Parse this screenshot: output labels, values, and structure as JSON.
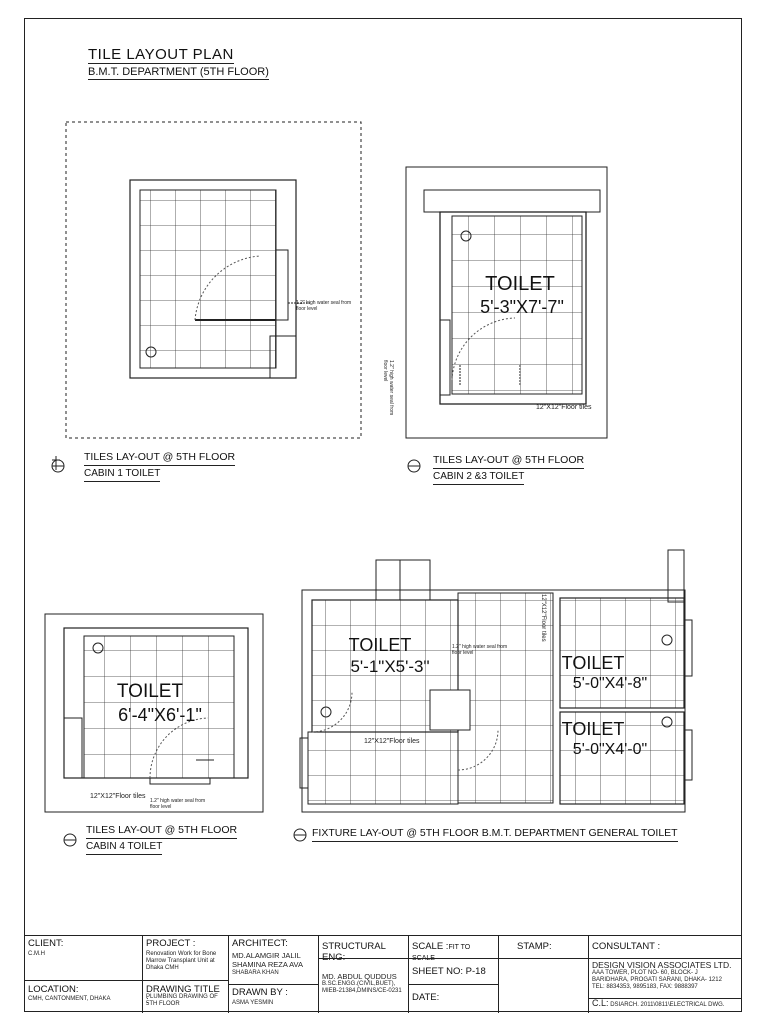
{
  "header": {
    "title": "TILE  LAYOUT PLAN",
    "subtitle": "B.M.T. DEPARTMENT (5TH FLOOR)"
  },
  "plans": {
    "cabin1": {
      "caption1": "TILES LAY-OUT @ 5TH FLOOR",
      "caption2": "CABIN 1 TOILET",
      "note": "1.2\" high water seal from floor level"
    },
    "cabin23": {
      "caption1": "TILES LAY-OUT @ 5TH FLOOR",
      "caption2": "CABIN 2 &3 TOILET",
      "room": "TOILET",
      "size": "5'-3\"X7'-7\"",
      "floor_note": "12\"X12\"Floor tiles",
      "side_note": "1.2\" high water seal from floor level"
    },
    "cabin4": {
      "caption1": "TILES LAY-OUT @ 5TH  FLOOR",
      "caption2": "CABIN 4 TOILET",
      "room": "TOILET",
      "size": "6'-4\"X6'-1\"",
      "floor_note": "12\"X12\"Floor tiles",
      "note": "1.2\" high water seal from floor level"
    },
    "general": {
      "caption1": "FIXTURE LAY-OUT @ 5TH FLOOR  B.M.T. DEPARTMENT GENERAL TOILET",
      "room1": "TOILET",
      "size1": "5'-1\"X5'-3\"",
      "room2": "TOILET",
      "size2": "5'-0\"X4'-8\"",
      "room3": "TOILET",
      "size3": "5'-0\"X4'-0\"",
      "floor_note": "12\"X12\"Floor tiles",
      "vertical_note": "12\"X12\"Floor tiles",
      "water_note": "1.2\" high water seal from floor level"
    }
  },
  "title_block": {
    "client_label": "CLIENT:",
    "client_value": "C.M.H",
    "project_label": "PROJECT :",
    "project_value": "Renovation Work for Bone Marrow Transplant Unit at Dhaka CMH",
    "architect_label": "ARCHITECT:",
    "architect_value1": "MD.ALAMGIR JALIL",
    "architect_value2": "SHAMINA REZA AVA",
    "architect_value3": "SHABARA KHAN",
    "structural_label": "STRUCTURAL ENG:",
    "structural_value1": "MD. ABDUL QUDDUS",
    "structural_value2": "B.SC.ENGG.(CIVIL,BUET),",
    "structural_value3": "MIEB-21384,DMINS/CE-0231",
    "scale_label": "SCALE :",
    "scale_value": "FIT TO SCALE",
    "sheet_label": "SHEET NO: P-18",
    "date_label": "DATE:",
    "stamp_label": "STAMP:",
    "consultant_label": "CONSULTANT :",
    "consultant_name": "DESIGN VISION ASSOCIATES LTD.",
    "consultant_addr1": "AAA TOWER, PLOT NO- 60, BLOCK- J",
    "consultant_addr2": "BARIDHARA, PROGATI SARANI, DHAKA- 1212",
    "consultant_addr3": "TEL: 8834353, 9895183,          FAX: 9888397",
    "location_label": "LOCATION:",
    "location_value": "CMH, CANTONMENT, DHAKA",
    "drawing_title_label": "DRAWING TITLE :",
    "drawing_title_value": "PLUMBING DRAWING OF 5TH FLOOR",
    "drawn_by_label": "DRAWN BY :",
    "drawn_by_value": "ASMA YESMIN",
    "cl_label": "C.L:",
    "cl_value": "DSIARCH. 2011\\0811\\ELECTRICAL DWG."
  }
}
